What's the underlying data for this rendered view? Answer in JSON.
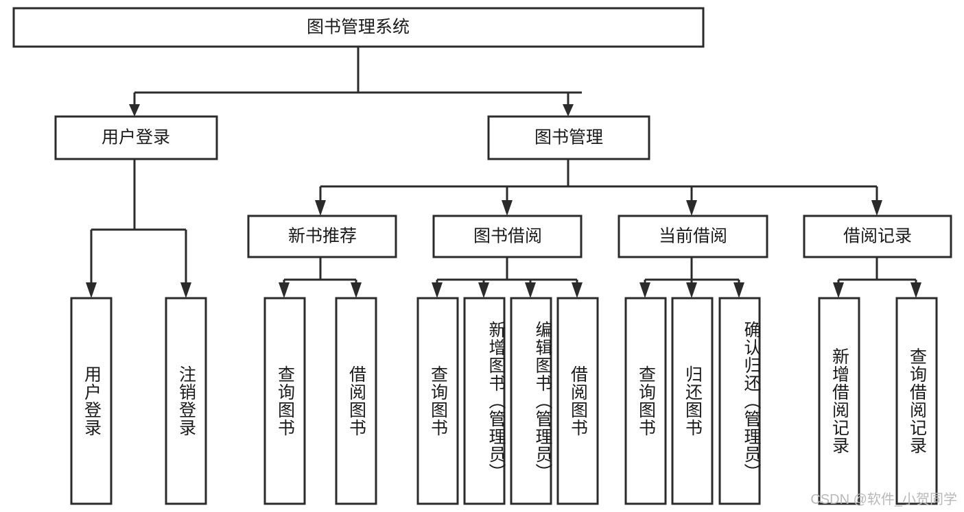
{
  "diagram": {
    "title": "图书管理系统",
    "type": "tree-hierarchy-flowchart",
    "orientation": "top-down",
    "colors": {
      "background": "#ffffff",
      "node_fill": "#ffffff",
      "node_stroke": "#2b2b2b",
      "text": "#1a1a1a",
      "watermark": "#b9b9b9"
    },
    "root": {
      "label": "图书管理系统"
    },
    "level2": [
      {
        "id": "user-login",
        "label": "用户登录"
      },
      {
        "id": "book-management",
        "label": "图书管理"
      }
    ],
    "level3": [
      {
        "id": "new-book-recommend",
        "label": "新书推荐"
      },
      {
        "id": "book-borrow",
        "label": "图书借阅"
      },
      {
        "id": "current-borrow",
        "label": "当前借阅"
      },
      {
        "id": "borrow-record",
        "label": "借阅记录"
      }
    ],
    "leaves": {
      "user_login": [
        {
          "id": "leaf-user-login",
          "label": "用户登录"
        },
        {
          "id": "leaf-logout",
          "label": "注销登录"
        }
      ],
      "new_book_recommend": [
        {
          "id": "leaf-query-book-1",
          "label": "查询图书"
        },
        {
          "id": "leaf-borrow-book-1",
          "label": "借阅图书"
        }
      ],
      "book_borrow": [
        {
          "id": "leaf-query-book-2",
          "label": "查询图书"
        },
        {
          "id": "leaf-add-book",
          "label": "新增图书（管理员）"
        },
        {
          "id": "leaf-edit-book",
          "label": "编辑图书（管理员）"
        },
        {
          "id": "leaf-borrow-book-2",
          "label": "借阅图书"
        }
      ],
      "current_borrow": [
        {
          "id": "leaf-query-book-3",
          "label": "查询图书"
        },
        {
          "id": "leaf-return-book",
          "label": "归还图书"
        },
        {
          "id": "leaf-confirm-return",
          "label": "确认归还（管理员）"
        }
      ],
      "borrow_record": [
        {
          "id": "leaf-add-record",
          "label": "新增借阅记录"
        },
        {
          "id": "leaf-query-record",
          "label": "查询借阅记录"
        }
      ]
    }
  },
  "watermark": {
    "text": "CSDN @软件_小贺同学"
  }
}
